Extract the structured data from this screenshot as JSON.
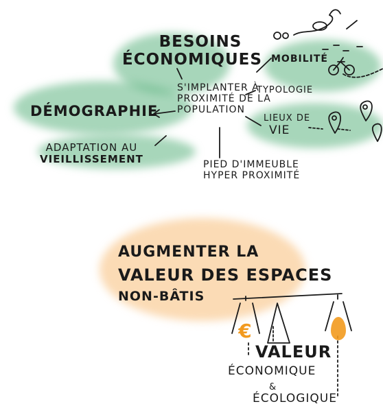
{
  "diagram1": {
    "besoins": [
      "BESOINS",
      "ÉCONOMIQUES"
    ],
    "demographie": "DÉMOGRAPHIE",
    "center": [
      "S'IMPLANTER À",
      "PROXIMITÉ DE LA",
      "POPULATION"
    ],
    "typologie": "TYPOLOGIE",
    "mobilite": "MOBILITÉ",
    "lieux": [
      "LIEUX DE",
      "VIE"
    ],
    "adaptation": [
      "ADAPTATION AU",
      "VIEILLISSEMENT"
    ],
    "pied": [
      "PIED D'IMMEUBLE",
      "HYPER PROXIMITÉ"
    ]
  },
  "diagram2": {
    "title": [
      "AUGMENTER LA",
      "VALEUR DES ESPACES",
      "NON-BÂTIS"
    ],
    "valeur": "VALEUR",
    "economique": "ÉCONOMIQUE",
    "and": "&",
    "ecologique": "ÉCOLOGIQUE",
    "euro": "€"
  },
  "colors": {
    "green": "#5eb482",
    "orange": "#f8be78",
    "accent": "#f29a1e"
  },
  "icons": [
    "bicycle-icon",
    "map-pin-icon",
    "euro-icon",
    "leaf-icon",
    "balance-scale-icon"
  ]
}
